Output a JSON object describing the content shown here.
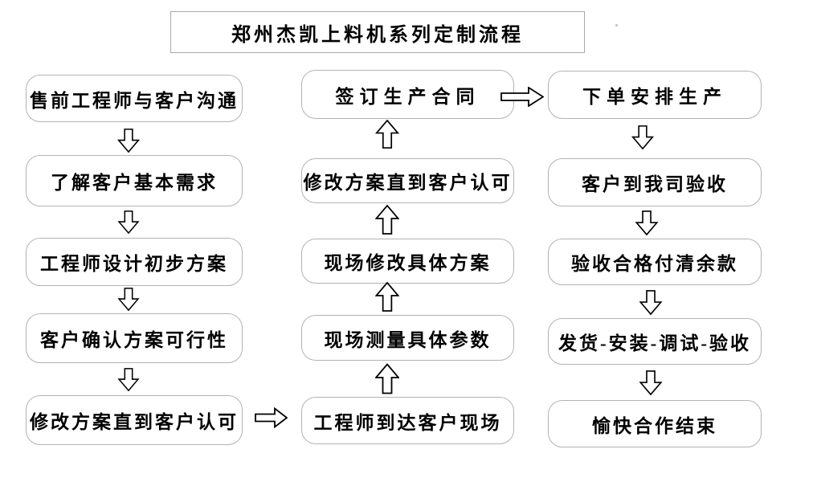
{
  "title": "郑州杰凯上料机系列定制流程",
  "flow": {
    "left": [
      "售前工程师与客户沟通",
      "了解客户基本需求",
      "工程师设计初步方案",
      "客户确认方案可行性",
      "修改方案直到客户认可"
    ],
    "middle": [
      "签订生产合同",
      "修改方案直到客户认可",
      "现场修改具体方案",
      "现场测量具体参数",
      "工程师到达客户现场"
    ],
    "right": [
      "下单安排生产",
      "客户到我司验收",
      "验收合格付清余款",
      "发货-安装-调试-验收",
      "愉快合作结束"
    ]
  },
  "icons": {
    "down_arrow": "arrow-down-icon",
    "up_arrow": "arrow-up-icon",
    "right_arrow": "arrow-right-icon"
  },
  "colors": {
    "background": "#ffffff",
    "box_border": "#b3b3b3",
    "title_border": "#a9a9a9",
    "text": "#000000",
    "arrow_outline": "#000000",
    "arrow_fill": "#ffffff"
  }
}
